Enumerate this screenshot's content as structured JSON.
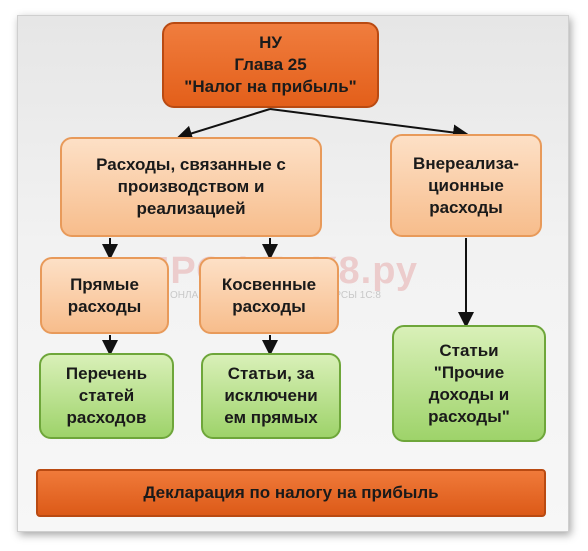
{
  "nodes": {
    "root": "НУ\nГлава 25\n\"Налог на прибыль\"",
    "production": "Расходы, связанные с\nпроизводством и\nреализацией",
    "nonoperating": "Внереализа-\nционные\nрасходы",
    "direct": "Прямые\nрасходы",
    "indirect": "Косвенные\nрасходы",
    "list": "Перечень\nстатей\nрасходов",
    "except_direct": "Статьи, за\nисключени\nем прямых",
    "other": "Статьи\n\"Прочие\nдоходы и\nрасходы\""
  },
  "footer": "Декларация по налогу на прибыль",
  "watermark": {
    "logo": "ПРОФБУХ8.ру",
    "subtitle": "ОНЛАЙН СЕМИНАРЫ И ВИДЕОКУРСЫ 1С:8"
  },
  "colors": {
    "orange": "#e35f1a",
    "peach": "#f7bd8c",
    "green": "#9ed36a"
  }
}
